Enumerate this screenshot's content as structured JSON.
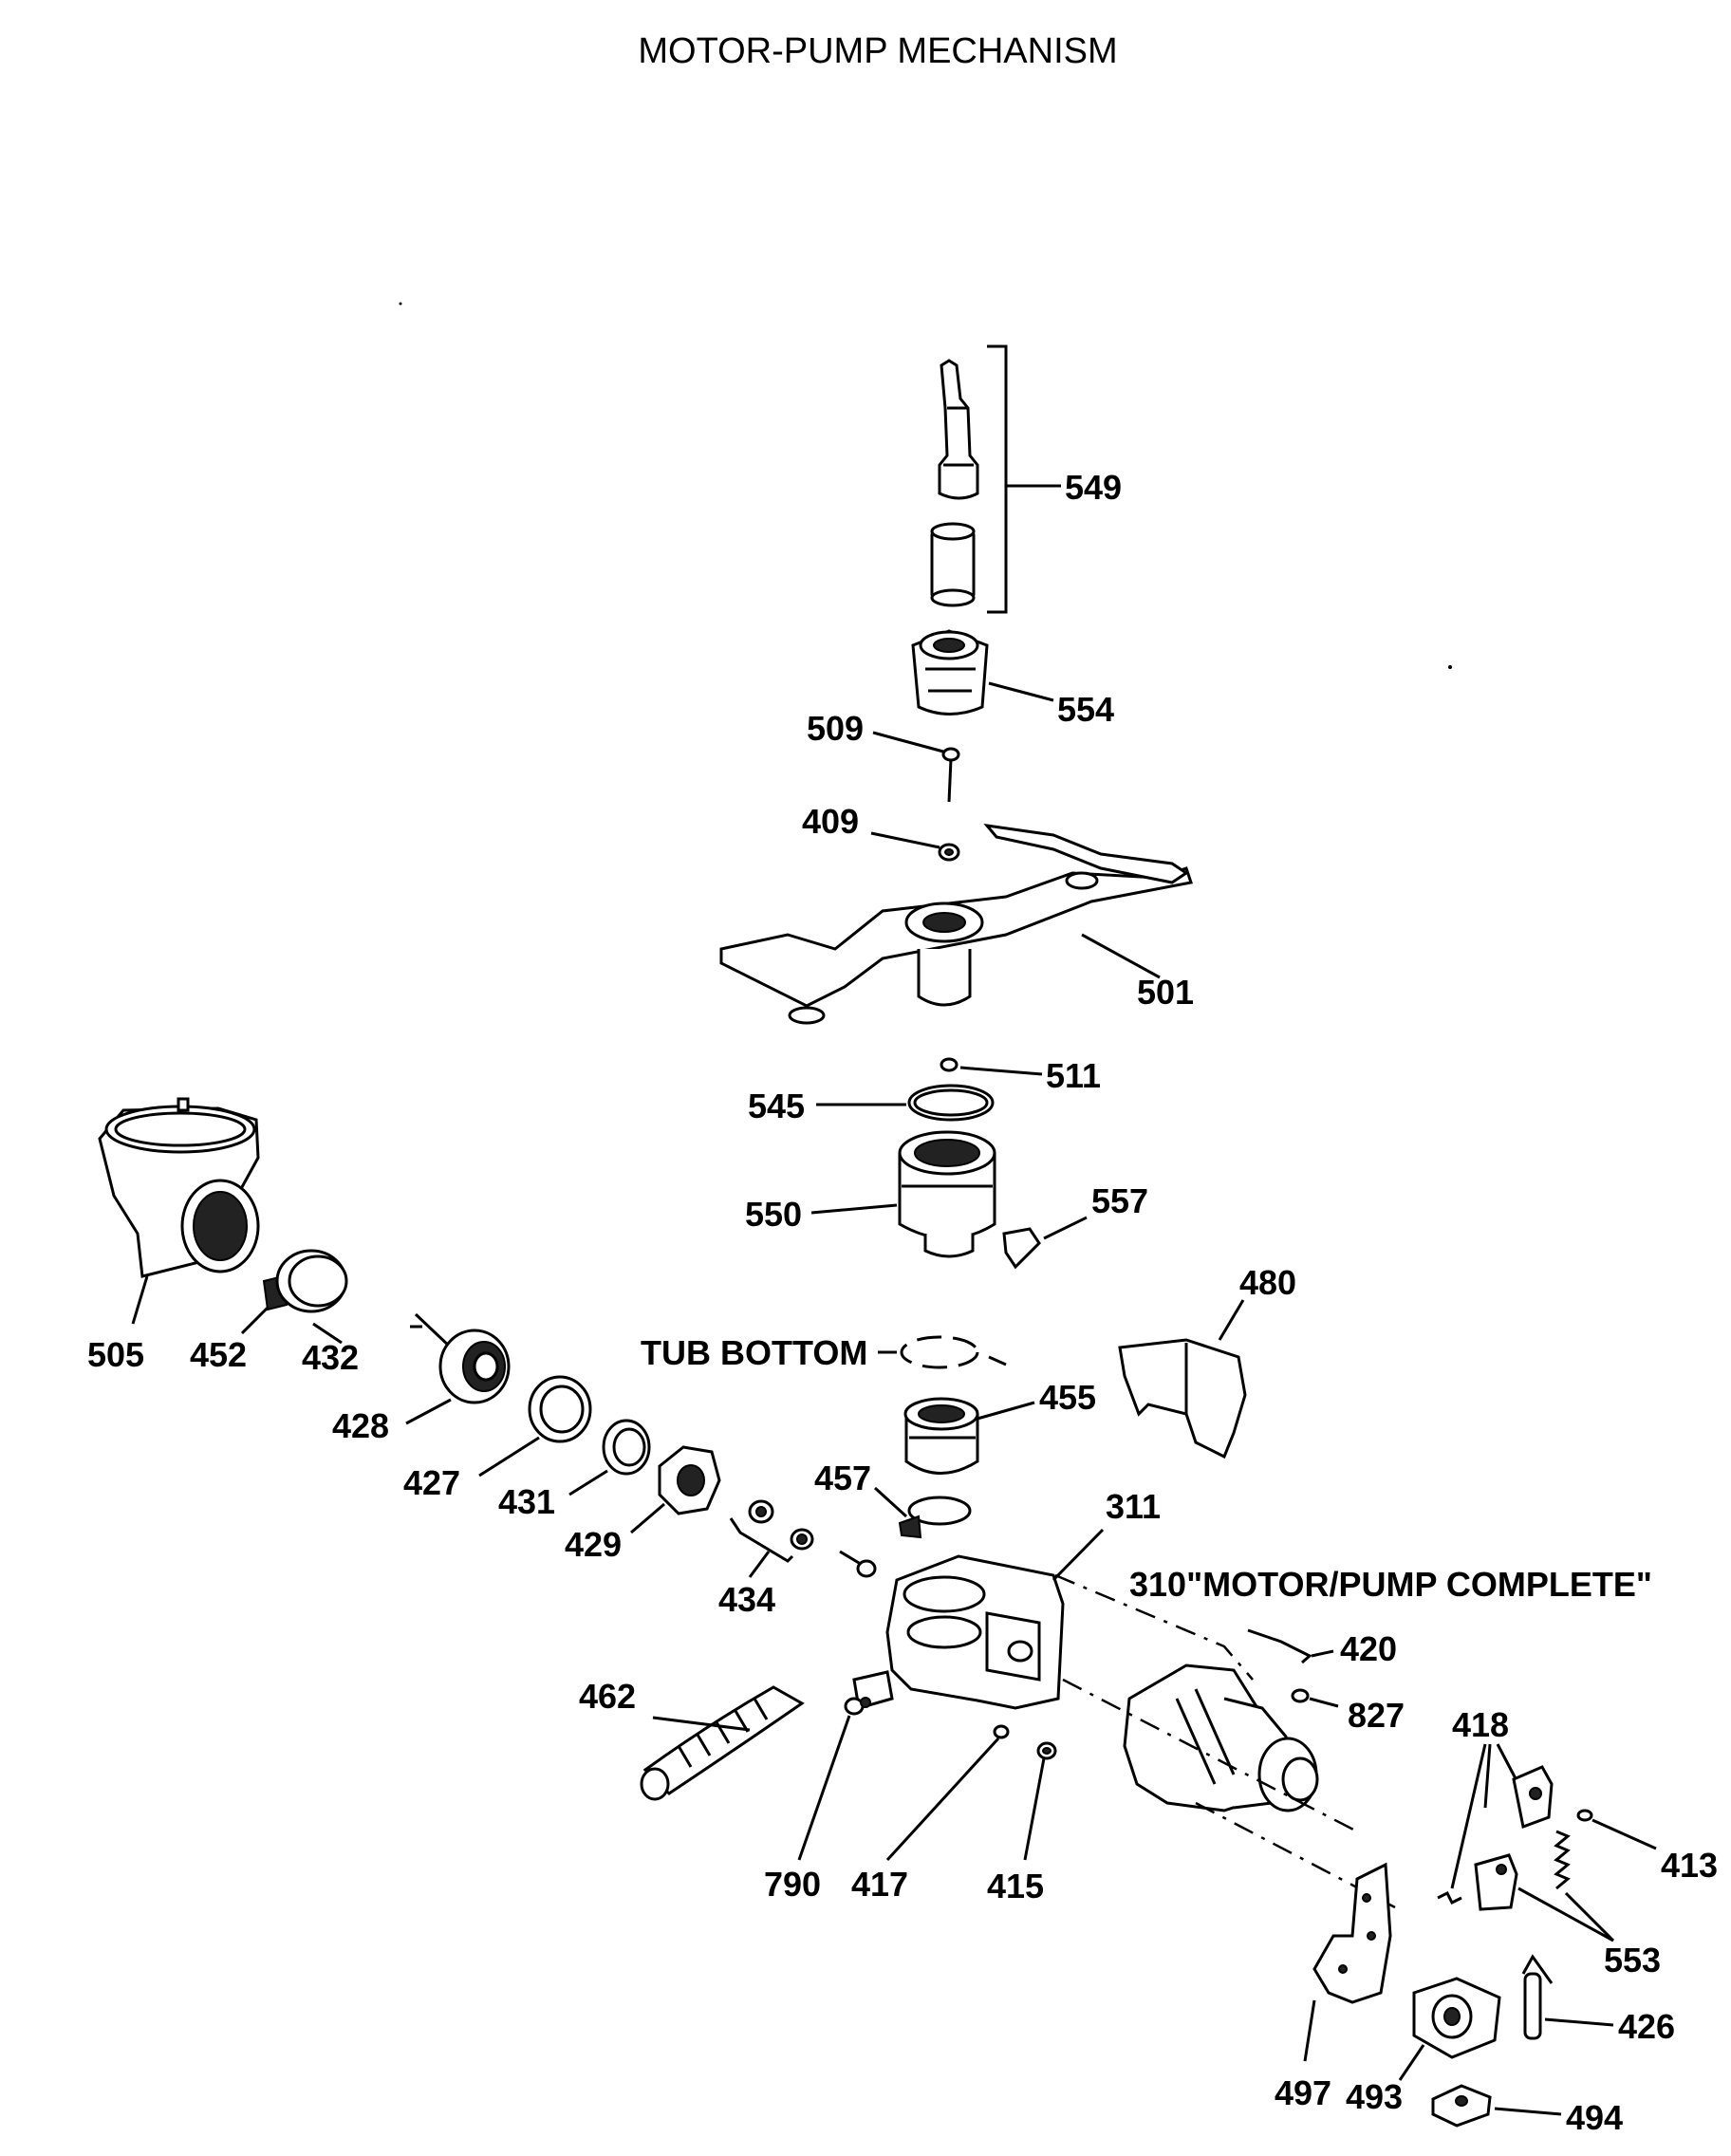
{
  "title": "MOTOR-PUMP MECHANISM",
  "labels": {
    "p549": "549",
    "p554": "554",
    "p509": "509",
    "p409": "409",
    "p501": "501",
    "p511": "511",
    "p545": "545",
    "p550": "550",
    "p557": "557",
    "p480": "480",
    "tub_bottom": "TUB BOTTOM",
    "p455": "455",
    "p457": "457",
    "p311": "311",
    "p310": "310\"MOTOR/PUMP COMPLETE\"",
    "p420": "420",
    "p827": "827",
    "p418": "418",
    "p413": "413",
    "p553": "553",
    "p426": "426",
    "p497": "497",
    "p493": "493",
    "p494": "494",
    "p505": "505",
    "p452": "452",
    "p432": "432",
    "p428": "428",
    "p427": "427",
    "p431": "431",
    "p429": "429",
    "p434": "434",
    "p462": "462",
    "p790": "790",
    "p417": "417",
    "p415": "415"
  }
}
